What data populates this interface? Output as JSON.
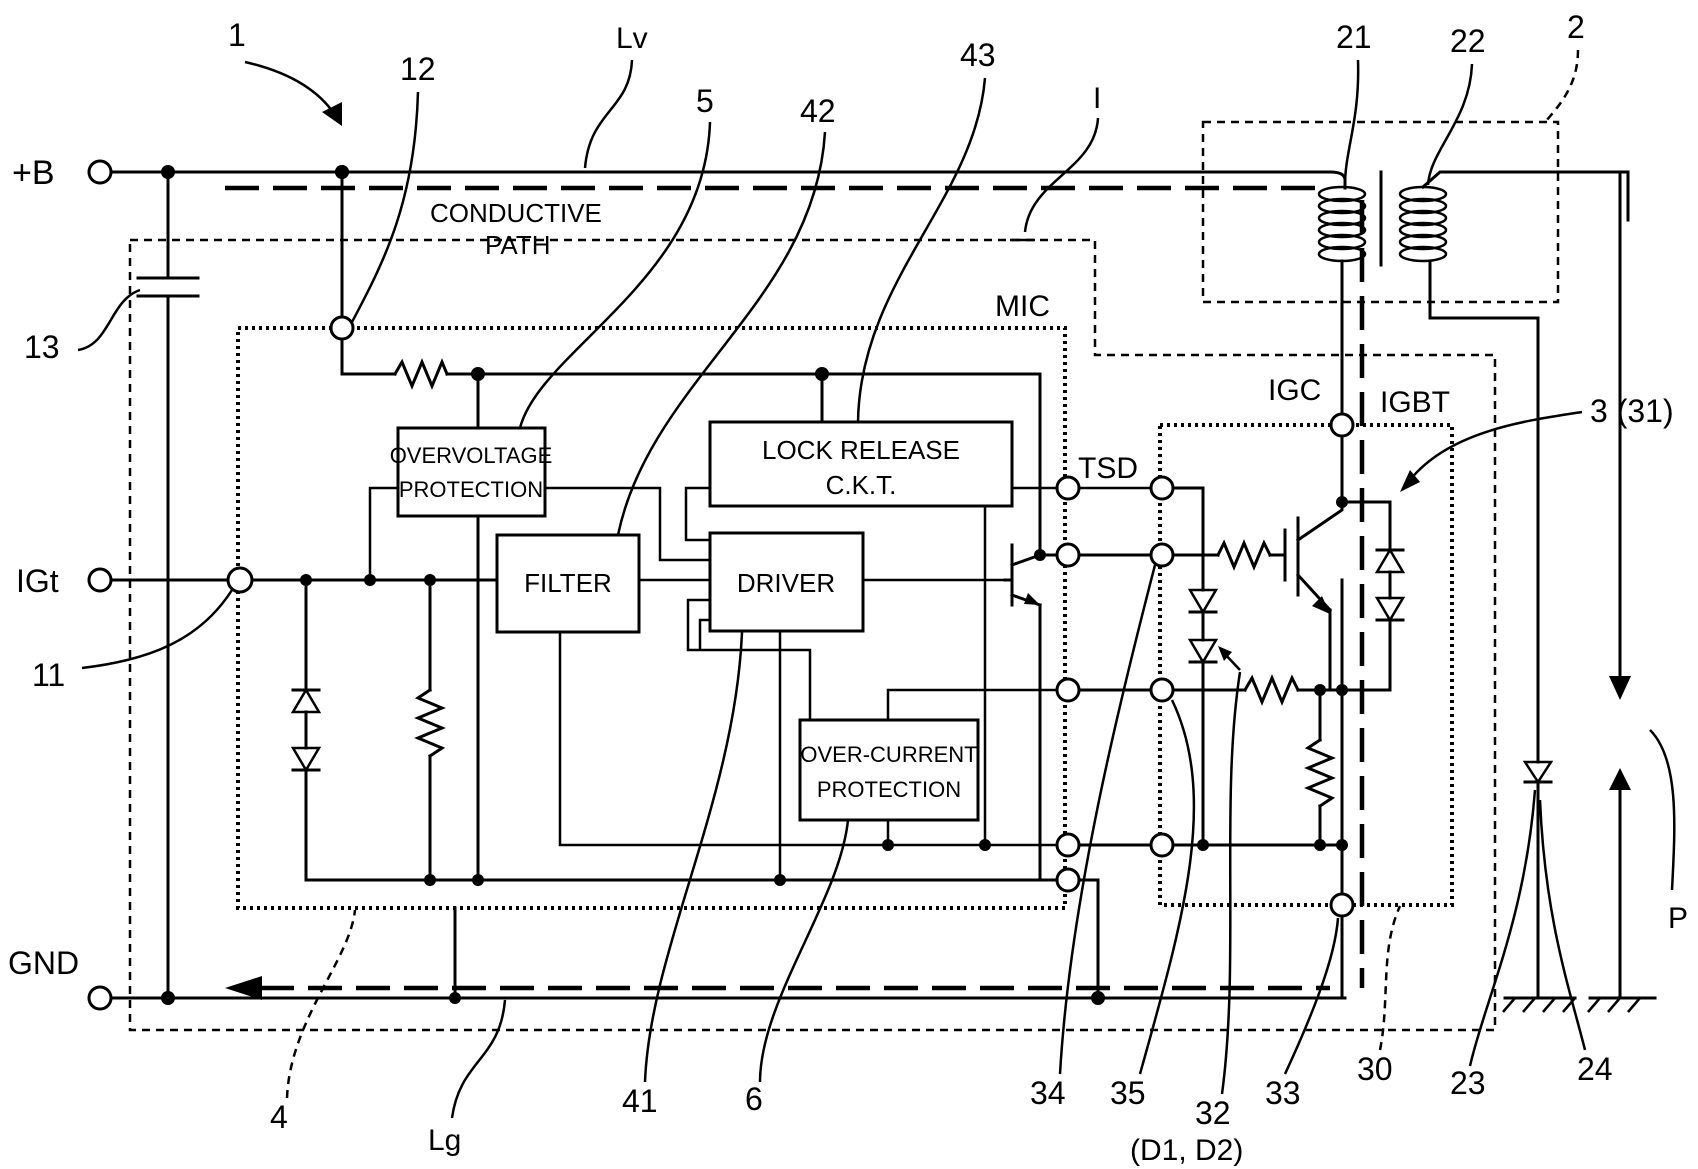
{
  "terminals": {
    "plus_b": "+B",
    "igt": "IGt",
    "gnd": "GND"
  },
  "annotations": {
    "lv": "Lv",
    "lg": "Lg",
    "conductive_path_line1": "CONDUCTIVE",
    "conductive_path_line2": "PATH",
    "mic": "MIC",
    "igbt": "IGBT",
    "igc": "IGC",
    "tsd": "TSD",
    "i_marker": "I",
    "p_marker": "P"
  },
  "blocks": {
    "overvoltage_line1": "OVERVOLTAGE",
    "overvoltage_line2": "PROTECTION",
    "lock_release_line1": "LOCK RELEASE",
    "lock_release_line2": "C.K.T.",
    "filter": "FILTER",
    "driver": "DRIVER",
    "overcurrent_line1": "OVER-CURRENT",
    "overcurrent_line2": "PROTECTION"
  },
  "reference_numerals": {
    "n1": "1",
    "n2": "2",
    "n3": "3 (31)",
    "n4": "4",
    "n5": "5",
    "n6": "6",
    "n11": "11",
    "n12": "12",
    "n13": "13",
    "n21": "21",
    "n22": "22",
    "n23": "23",
    "n24": "24",
    "n30": "30",
    "n32": "32",
    "n32_sub": "(D1, D2)",
    "n33": "33",
    "n34": "34",
    "n35": "35",
    "n41": "41",
    "n42": "42",
    "n43": "43"
  }
}
